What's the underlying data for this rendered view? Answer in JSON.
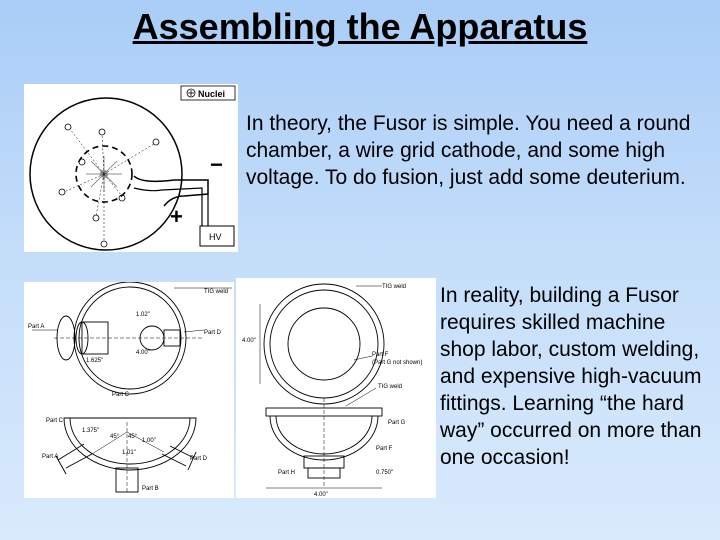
{
  "title": "Assembling the Apparatus",
  "intro_text": "In theory, the Fusor is simple.  You need a round chamber, a wire grid cathode, and some high voltage.  To do fusion, just add some deuterium.",
  "reality_text": "In reality, building a Fusor requires skilled machine shop labor, custom welding, and expensive high-vacuum fittings.  Learning “the hard way” occurred on more than one occasion!",
  "diagram_theory": {
    "legend": "Nuclei",
    "minus": "−",
    "plus": "+",
    "hv": "HV"
  },
  "drawing_left": {
    "tig_weld": "TIG weld",
    "part_a": "Part A",
    "part_d": "Part D",
    "part_c_top": "Part C",
    "dim_1": "1.02\"",
    "dim_2": "1.625\"",
    "dim_3": "4.00\"",
    "part_c_label": "Part C",
    "part_a_bottom": "Part A",
    "part_d_bottom": "Part D",
    "part_b": "Part B",
    "dim_4": "1.375\"",
    "dim_5": "1.00\"",
    "dim_6": "1.01\"",
    "angle_1": "45°",
    "angle_2": "45°"
  },
  "drawing_right": {
    "tig_weld_top": "TIG weld",
    "dim_height": "4.00\"",
    "part_f": "Part F",
    "part_g_note": "(Part G not shown)",
    "tig_weld_mid": "TIG weld",
    "part_g": "Part G",
    "part_f2": "Part F",
    "part_h": "Part H",
    "dim_bottom": "0.750\"",
    "dim_width": "4.00\""
  }
}
